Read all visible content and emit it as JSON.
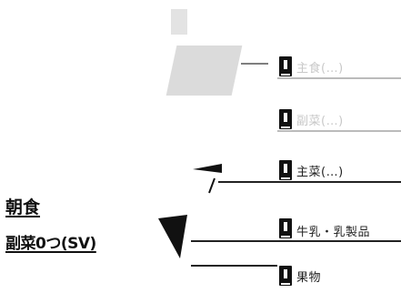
{
  "meal": {
    "title": "朝食",
    "subtitle": "副菜0つ(SV)"
  },
  "groups": [
    {
      "label": "主食(…)",
      "faded": true
    },
    {
      "label": "副菜(…)",
      "faded": true
    },
    {
      "label": "主菜(…)",
      "faded": false
    },
    {
      "label": "牛乳・乳製品",
      "faded": false
    },
    {
      "label": "果物",
      "faded": false
    }
  ],
  "colors": {
    "ink": "#111111",
    "faded_ink": "#c8c8c8",
    "background": "#ffffff"
  },
  "icons": [
    "serving-count-badge-icon",
    "spinning-top-icon"
  ]
}
